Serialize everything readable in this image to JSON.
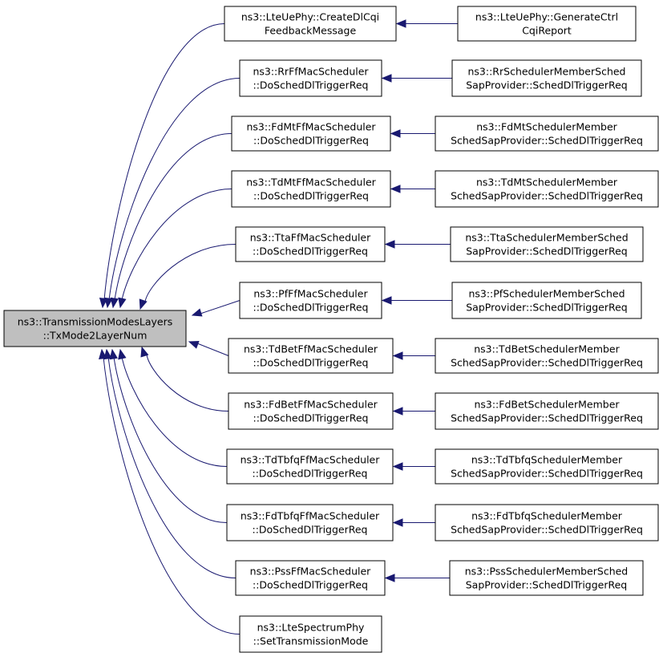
{
  "graph": {
    "type": "doxygen-caller-graph",
    "root_node_fill": "#bfbfbf",
    "node_fill": "#ffffff",
    "edge_color": "#191970",
    "root": {
      "id": "root",
      "lines": [
        "ns3::TransmissionModesLayers",
        "::TxMode2LayerNum"
      ]
    },
    "callers": [
      {
        "id": "c1",
        "lines": [
          "ns3::LteUePhy::CreateDlCqi",
          "FeedbackMessage"
        ]
      },
      {
        "id": "c2",
        "lines": [
          "ns3::RrFfMacScheduler",
          "::DoSchedDlTriggerReq"
        ]
      },
      {
        "id": "c3",
        "lines": [
          "ns3::FdMtFfMacScheduler",
          "::DoSchedDlTriggerReq"
        ]
      },
      {
        "id": "c4",
        "lines": [
          "ns3::TdMtFfMacScheduler",
          "::DoSchedDlTriggerReq"
        ]
      },
      {
        "id": "c5",
        "lines": [
          "ns3::TtaFfMacScheduler",
          "::DoSchedDlTriggerReq"
        ]
      },
      {
        "id": "c6",
        "lines": [
          "ns3::PfFfMacScheduler",
          "::DoSchedDlTriggerReq"
        ]
      },
      {
        "id": "c7",
        "lines": [
          "ns3::TdBetFfMacScheduler",
          "::DoSchedDlTriggerReq"
        ]
      },
      {
        "id": "c8",
        "lines": [
          "ns3::FdBetFfMacScheduler",
          "::DoSchedDlTriggerReq"
        ]
      },
      {
        "id": "c9",
        "lines": [
          "ns3::TdTbfqFfMacScheduler",
          "::DoSchedDlTriggerReq"
        ]
      },
      {
        "id": "c10",
        "lines": [
          "ns3::FdTbfqFfMacScheduler",
          "::DoSchedDlTriggerReq"
        ]
      },
      {
        "id": "c11",
        "lines": [
          "ns3::PssFfMacScheduler",
          "::DoSchedDlTriggerReq"
        ]
      },
      {
        "id": "c12",
        "lines": [
          "ns3::LteSpectrumPhy",
          "::SetTransmissionMode"
        ]
      }
    ],
    "second_level": [
      {
        "id": "s1",
        "caller_of": "c1",
        "lines": [
          "ns3::LteUePhy::GenerateCtrl",
          "CqiReport"
        ]
      },
      {
        "id": "s2",
        "caller_of": "c2",
        "lines": [
          "ns3::RrSchedulerMemberSched",
          "SapProvider::SchedDlTriggerReq"
        ]
      },
      {
        "id": "s3",
        "caller_of": "c3",
        "lines": [
          "ns3::FdMtSchedulerMember",
          "SchedSapProvider::SchedDlTriggerReq"
        ]
      },
      {
        "id": "s4",
        "caller_of": "c4",
        "lines": [
          "ns3::TdMtSchedulerMember",
          "SchedSapProvider::SchedDlTriggerReq"
        ]
      },
      {
        "id": "s5",
        "caller_of": "c5",
        "lines": [
          "ns3::TtaSchedulerMemberSched",
          "SapProvider::SchedDlTriggerReq"
        ]
      },
      {
        "id": "s6",
        "caller_of": "c6",
        "lines": [
          "ns3::PfSchedulerMemberSched",
          "SapProvider::SchedDlTriggerReq"
        ]
      },
      {
        "id": "s7",
        "caller_of": "c7",
        "lines": [
          "ns3::TdBetSchedulerMember",
          "SchedSapProvider::SchedDlTriggerReq"
        ]
      },
      {
        "id": "s8",
        "caller_of": "c8",
        "lines": [
          "ns3::FdBetSchedulerMember",
          "SchedSapProvider::SchedDlTriggerReq"
        ]
      },
      {
        "id": "s9",
        "caller_of": "c9",
        "lines": [
          "ns3::TdTbfqSchedulerMember",
          "SchedSapProvider::SchedDlTriggerReq"
        ]
      },
      {
        "id": "s10",
        "caller_of": "c10",
        "lines": [
          "ns3::FdTbfqSchedulerMember",
          "SchedSapProvider::SchedDlTriggerReq"
        ]
      },
      {
        "id": "s11",
        "caller_of": "c11",
        "lines": [
          "ns3::PssSchedulerMemberSched",
          "SapProvider::SchedDlTriggerReq"
        ]
      }
    ]
  }
}
